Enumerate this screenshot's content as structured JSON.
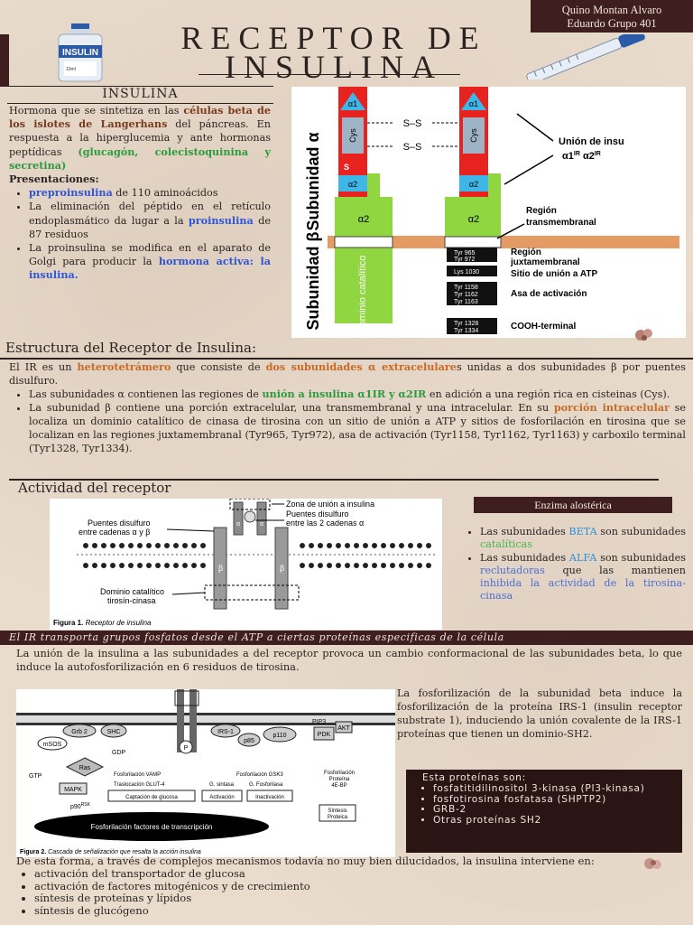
{
  "header": {
    "author_line1": "Quino Montan Alvaro",
    "author_line2": "Eduardo Grupo 401",
    "title_line1": "RECEPTOR DE",
    "title_line2": "INSULINA",
    "vial_label": "INSULIN",
    "vial_sub": "10ml"
  },
  "insulina": {
    "heading": "INSULINA",
    "p1_a": "Hormona que se sintetiza en las ",
    "p1_b": "células beta de los islotes de Langerhans",
    "p1_c": " del páncreas. En respuesta a la hiperglucemia y ante hormonas peptídicas ",
    "p1_d": "(glucagón, colecistoquinina y secretina)",
    "pres_label": "Presentaciones:",
    "b1_a": "preproinsulina",
    "b1_b": " de 110 aminoácidos",
    "b2_a": "La eliminación del péptido en el retículo endoplasmático da lugar a la ",
    "b2_b": "proinsulina",
    "b2_c": " de 87 residuos",
    "b3_a": "La proinsulina se modifica en el aparato de Golgi para producir la ",
    "b3_b": "hormona activa: la insulina."
  },
  "diagram1": {
    "subunit_alpha": "Subunidad α",
    "subunit_beta": "Subunidad β",
    "a1": "α1",
    "a2": "α2",
    "ir": "IR",
    "cys": "Cys",
    "ss": "S–S",
    "s": "S",
    "catalytic": "Dominio catalítico",
    "union_title": "Unión de insu",
    "union_sub_a1": "α1",
    "union_sub_a2": "α2",
    "region_tm_1": "Región",
    "region_tm_2": "transmembranal",
    "region_jux_1": "Región",
    "region_jux_2": "juxtamembranal",
    "atp": "Sitio de unión a ATP",
    "asa": "Asa de activación",
    "cooh": "COOH-terminal",
    "tyr": "Tyr",
    "lys": "Lys",
    "n965": "965",
    "n972": "972",
    "n1030": "1030",
    "n1158": "1158",
    "n1162": "1162",
    "n1163": "1163",
    "n1328": "1328",
    "n1334": "1334"
  },
  "estructura": {
    "heading": "Estructura del Receptor de Insulina:",
    "p1_a": "El IR es un ",
    "p1_b": "heterotetrámero",
    "p1_c": " que consiste de ",
    "p1_d": "dos subunidades α extracelulare",
    "p1_e": "s unidas a dos subunidades β por puentes disulfuro.",
    "b1_a": "Las subunidades α contienen las regiones de ",
    "b1_b": "unión a insulina α1IR y α2IR",
    "b1_c": " en adición a una región rica en cisteinas (Cys).",
    "b2_a": "La subunidad β contiene una porción extracelular, una transmembranal y una intracelular. En su ",
    "b2_b": "porción intracelular",
    "b2_c": " se localiza un dominio catalítico de cinasa de tirosina con un sitio de unión a ATP y sitios de fosforilación en tirosina que se localizan en las regiones juxtamembranal (Tyr965, Tyr972), asa de activación (Tyr1158, Tyr1162, Tyr1163) y carboxilo terminal (Tyr1328, Tyr1334)."
  },
  "actividad": {
    "heading": "Actividad del receptor",
    "fig_zona": "Zona de unión a insulina",
    "fig_puentes2_1": "Puentes disulfuro",
    "fig_puentes2_2": "entre las 2 cadenas α",
    "fig_puentes1_1": "Puentes disulfuro",
    "fig_puentes1_2": "entre cadenas α y β",
    "fig_dom_1": "Dominio catalítico",
    "fig_dom_2": "tirosín-cinasa",
    "fig_alpha": "α",
    "fig_beta": "β",
    "fig_caption_a": "Figura 1.",
    "fig_caption_b": " Receptor de insulina"
  },
  "enzima": {
    "heading": "Enzima alostérica",
    "b1_a": "Las subunidades ",
    "b1_b": "BETA",
    "b1_c": " son subunidades ",
    "b1_d": "catalíticas",
    "b2_a": "Las subunidades ",
    "b2_b": "ALFA",
    "b2_c": " son subunidades ",
    "b2_d": "reclutadoras",
    "b2_e": " que las mantienen ",
    "b2_f": "inhibida la actividad de la tirosina-cinasa"
  },
  "banner": "El IR transporta grupos fosfatos desde el ATP a ciertas proteínas especificas de la célula",
  "union": "La unión de la insulina a las subunidades a del receptor provoca un cambio conformacional de las subunidades beta, lo que induce la autofosforilización en 6 residuos de tirosina.",
  "diagram3": {
    "grb2": "Grb 2",
    "shc": "SHC",
    "irs": "IRS-1",
    "pip3": "PIP3",
    "akt": "AKT",
    "msos": "mSOS",
    "gdp": "GDP",
    "gtp": "GTP",
    "ras": "Ras",
    "p85": "p85",
    "p110": "p110",
    "pdk": "PDK",
    "p": "P",
    "mapk": "MAPK",
    "p90": "p90",
    "rsk": "RSK",
    "fosf_vamp": "Fosforilación VAMP",
    "trasl_glut": "Traslocación GLUT-4",
    "capt": "Captación de glucosa",
    "g_sintasa": "G. sintasa",
    "g_fosf": "G. Fosforilasa",
    "activacion": "Activación",
    "inactivacion": "Inactivación",
    "fosf_gsk": "Fosforilación GSK3",
    "fosf_prot_1": "Fosforilación",
    "fosf_prot_2": "Proteína",
    "fosf_prot_3": "4E-BP",
    "sintesis_1": "Síntesis",
    "sintesis_2": "Proteica",
    "fact": "Fosforilación factores de transcripción",
    "caption_a": "Figura 2.",
    "caption_b": " Cascada de señalización que resalta la acción insulina"
  },
  "fosforil": "La fosforilización de la subunidad beta induce la fosforilización de la proteína IRS-1 (insulin receptor substrate 1), induciendo la unión covalente de la IRS-1 proteínas que tienen un dominio-SH2.",
  "proteinas": {
    "heading": "Esta proteínas son:",
    "items": [
      "fosfatitidilinositol 3-kinasa (PI3-kinasa)",
      "fosfotirosina fosfatasa (SHPTP2)",
      "GRB-2",
      "Otras proteínas SH2"
    ]
  },
  "final": {
    "intro": "De esta forma, a través de complejos mecanismos todavía no muy bien dilucidados, la insulina interviene en:",
    "items": [
      "activación del transportador de glucosa",
      "activación de factores mitogénicos y de crecimiento",
      "síntesis de proteínas y lípidos",
      "síntesis de glucógeno"
    ]
  },
  "colors": {
    "dark_brown": "#3e1e1e",
    "accent_green": "#2e9a3e",
    "accent_blue": "#2d55d8",
    "accent_orange": "#c96a24"
  }
}
